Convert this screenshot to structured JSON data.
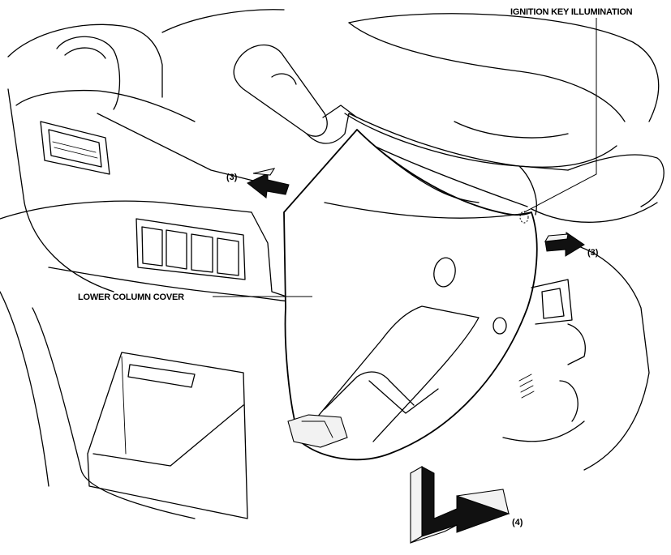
{
  "labels": {
    "ignition_key_illumination": "IGNITION KEY ILLUMINATION",
    "lower_column_cover": "LOWER COLUMN COVER",
    "step_3_left": "(3)",
    "step_3_right": "(3)",
    "step_4": "(4)"
  }
}
